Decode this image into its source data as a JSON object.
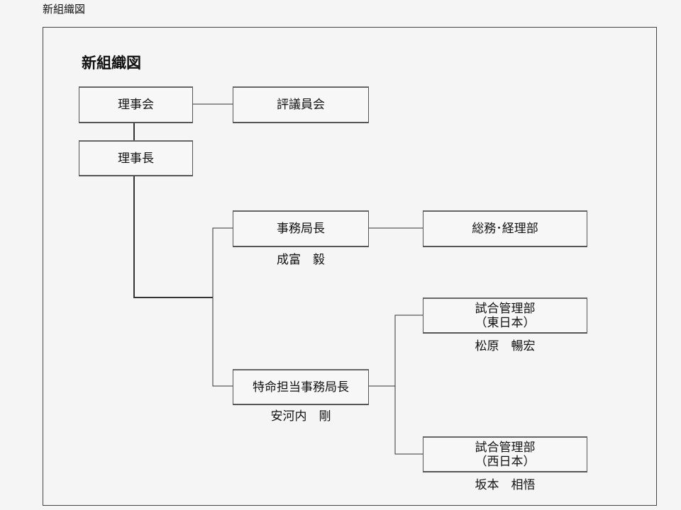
{
  "page_title": "新組織図",
  "heading": "新組織図",
  "nodes": {
    "board": "理事会",
    "council": "評議員会",
    "chairman": "理事長",
    "secretary_general": {
      "title": "事務局長",
      "person": "成富　毅"
    },
    "general_affairs": "総務･経理部",
    "special_secretary": {
      "title": "特命担当事務局長",
      "person": "安河内　剛"
    },
    "match_east": {
      "title": "試合管理部",
      "region": "（東日本）",
      "person": "松原　暢宏"
    },
    "match_west": {
      "title": "試合管理部",
      "region": "（西日本）",
      "person": "坂本　相悟"
    }
  }
}
